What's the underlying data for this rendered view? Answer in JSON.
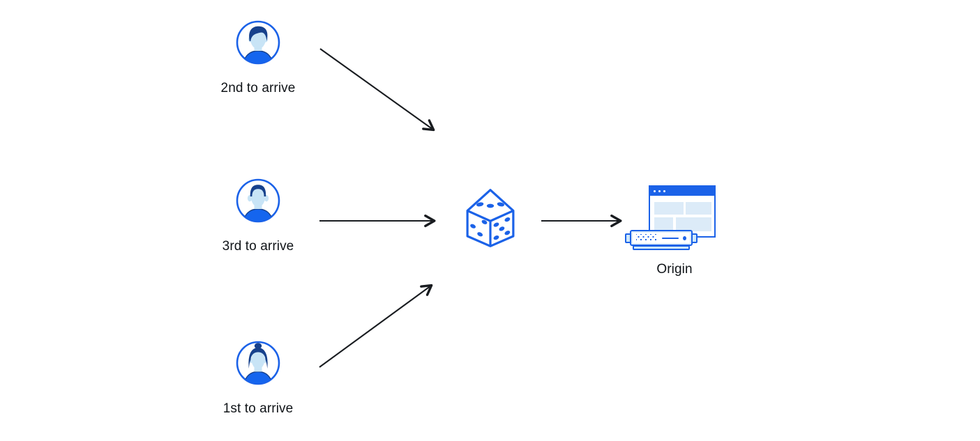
{
  "diagram": {
    "type": "flow-diagram",
    "nodes": {
      "visitor_top": {
        "label": "2nd to arrive",
        "icon": "male-avatar-swoop-hair-icon"
      },
      "visitor_middle": {
        "label": "3rd to arrive",
        "icon": "male-avatar-flat-top-icon"
      },
      "visitor_bottom": {
        "label": "1st to arrive",
        "icon": "female-avatar-bun-icon"
      },
      "randomizer": {
        "label": "",
        "icon": "dice-icon"
      },
      "origin": {
        "label": "Origin",
        "icon": "origin-server-browser-icon"
      }
    },
    "edges": [
      {
        "from": "visitor_top",
        "to": "randomizer"
      },
      {
        "from": "visitor_middle",
        "to": "randomizer"
      },
      {
        "from": "visitor_bottom",
        "to": "randomizer"
      },
      {
        "from": "randomizer",
        "to": "origin"
      }
    ],
    "colors": {
      "primary_blue": "#1b62e8",
      "dark_navy": "#17418c",
      "shirt_blue": "#1565ee",
      "skin_light_blue": "#c8e4f6",
      "panel_light_blue": "#dcebf8",
      "server_fill_blue": "#cfe8f9",
      "arrow_black": "#191c20",
      "label_text": "#101418",
      "background": "#ffffff"
    }
  }
}
